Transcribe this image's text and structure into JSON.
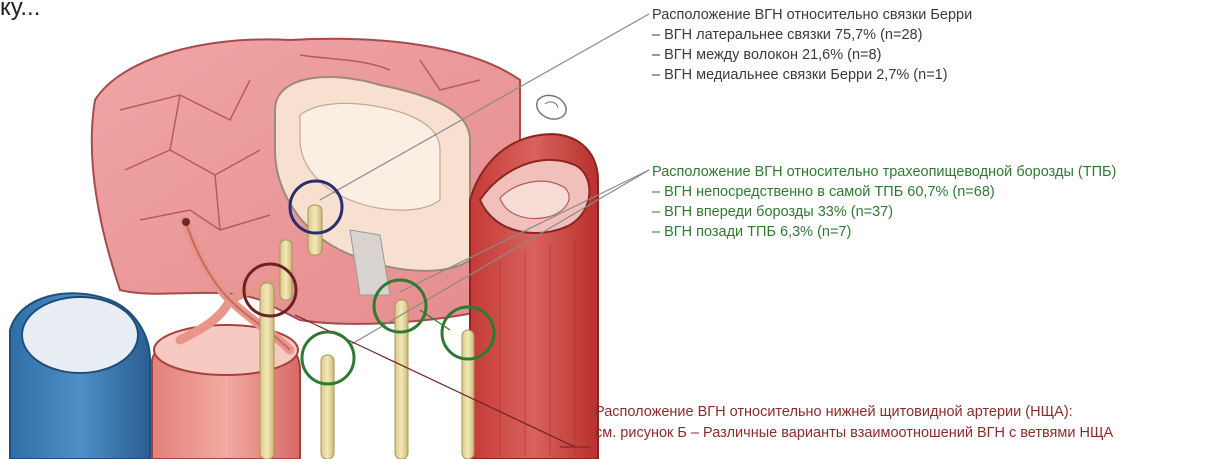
{
  "top_left_fragment": "ку...",
  "annotations": {
    "berry": {
      "title": "Расположение ВГН относительно связки Берри",
      "items": [
        "– ВГН латеральнее связки 75,7% (n=28)",
        "– ВГН между волокон 21,6% (n=8)",
        "– ВГН медиальнее связки Берри 2,7% (n=1)"
      ],
      "color": "#3a3a3a",
      "circle_color": "#2a2d6e"
    },
    "tpb": {
      "title": "Расположение ВГН относительно трахеопищеводной борозды (ТПБ)",
      "items": [
        "– ВГН непосредственно в самой ТПБ 60,7% (n=68)",
        "– ВГН впереди борозды 33% (n=37)",
        "– ВГН позади ТПБ 6,3% (n=7)"
      ],
      "color": "#2f7a33",
      "circle_color": "#2f7a33"
    },
    "nsha": {
      "lines": [
        "Расположение ВГН относительно нижней  щитовидной артерии (НЩА):",
        "см. рисунок Б – Различные варианты взаимоотношений ВГН с ветвями НЩА"
      ],
      "color": "#8a2d2a",
      "circle_color": "#6e2220"
    }
  }
}
